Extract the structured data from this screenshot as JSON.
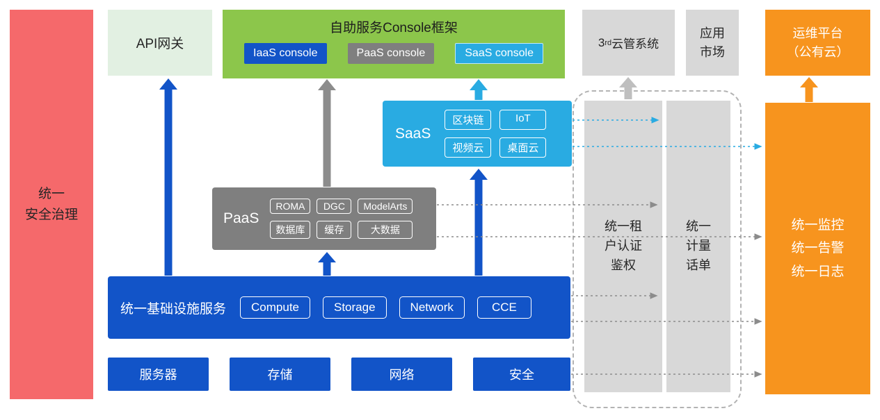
{
  "colors": {
    "blue": "#1254C8",
    "cyan": "#29ABE2",
    "green": "#8CC64B",
    "light_green": "#E2F0E2",
    "gray": "#7F7F7F",
    "light_gray": "#D8D8D8",
    "orange": "#F7941E",
    "red": "#F5696B"
  },
  "left_bar": {
    "label": "统一\n安全治理"
  },
  "api_gateway": {
    "label": "API网关"
  },
  "console": {
    "title": "自助服务Console框架",
    "buttons": [
      {
        "label": "IaaS console"
      },
      {
        "label": "PaaS console"
      },
      {
        "label": "SaaS console"
      }
    ]
  },
  "third_party_cloud": {
    "prefix": "3",
    "sup": "rd",
    "suffix": "云管系统"
  },
  "app_market": {
    "label": "应用\n市场"
  },
  "om_platform": {
    "label": "运维平台\n（公有云）"
  },
  "saas": {
    "label": "SaaS",
    "chips": [
      "区块链",
      "IoT",
      "视频云",
      "桌面云"
    ]
  },
  "paas": {
    "label": "PaaS",
    "chips": [
      "ROMA",
      "DGC",
      "ModelArts",
      "数据库",
      "缓存",
      "大数据"
    ]
  },
  "infrastructure": {
    "label": "统一基础设施服务",
    "chips": [
      "Compute",
      "Storage",
      "Network",
      "CCE"
    ]
  },
  "hardware": {
    "items": [
      "服务器",
      "存储",
      "网络",
      "安全"
    ]
  },
  "auth_bar": {
    "label": "统一租\n户认证\n鉴权"
  },
  "metering_bar": {
    "label": "统一\n计量\n话单"
  },
  "monitoring_bar": {
    "label": "统一监控\n统一告警\n统一日志"
  }
}
